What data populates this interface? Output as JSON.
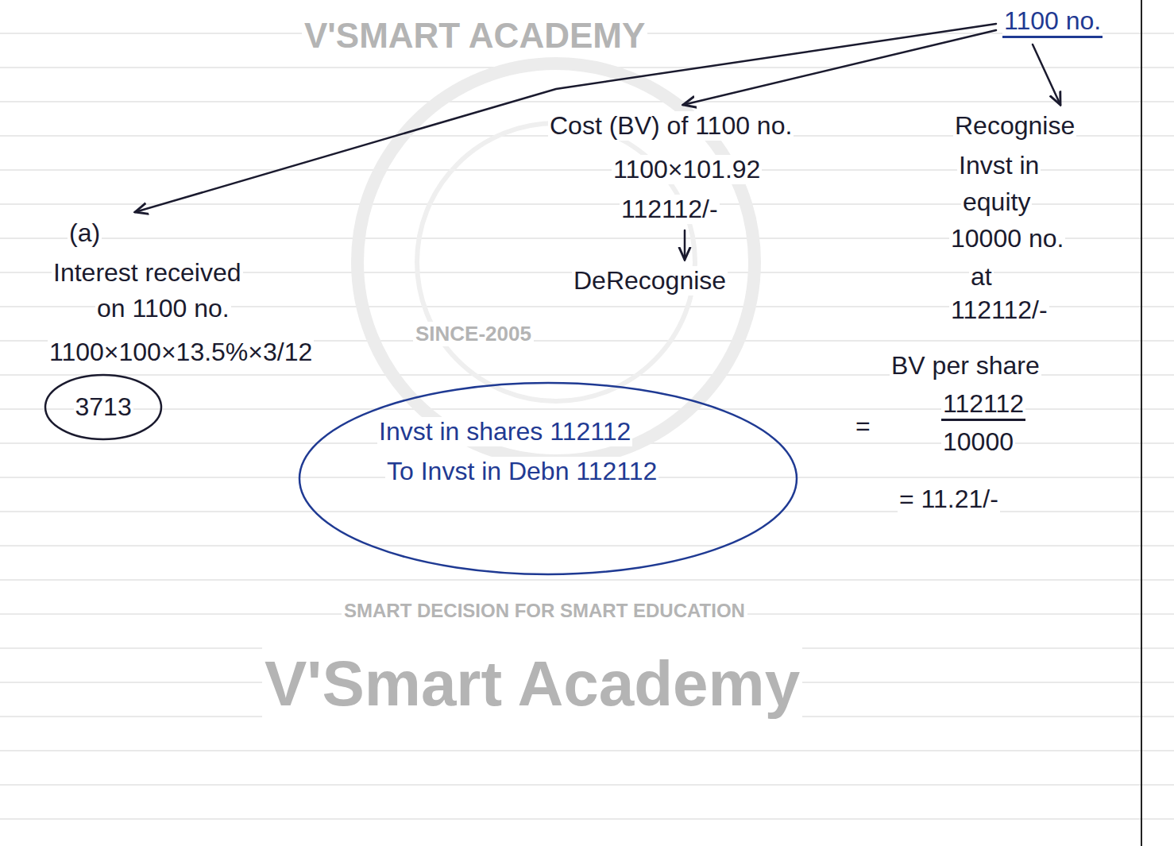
{
  "diagram": {
    "nodes": [
      {
        "text": [
          "1100 no."
        ]
      },
      {
        "text": [
          "(a)",
          "Interest received",
          "on 1100 no.",
          "1100×100×13.5%×3/12"
        ]
      },
      {
        "text": [
          "Cost (BV) of 1100 no.",
          "1100×101.92",
          "112112/-"
        ]
      },
      {
        "text": [
          "Recognise",
          "Invst in",
          "equity",
          "10000 no.",
          "at",
          "112112/-",
          "BV per share",
          "=",
          "112112",
          "10000",
          "= 11.21/-"
        ]
      },
      {
        "text": [
          "DeRecognise"
        ]
      },
      {
        "text": [
          "3713"
        ]
      },
      {
        "text": [
          "Invst in shares 112112",
          "To Invst in Debn 112112"
        ]
      }
    ],
    "edges": [
      {
        "from": 0,
        "to": 1,
        "arrow": "to"
      },
      {
        "from": 0,
        "to": 2,
        "arrow": "to"
      },
      {
        "from": 0,
        "to": 3,
        "arrow": "to"
      },
      {
        "from": 2,
        "to": 4,
        "arrow": "to"
      }
    ],
    "labels": [
      "V'SMART ACADEMY",
      "SMART DECISION FOR SMART EDUCATION",
      "SINCE-2005",
      "V'Smart Academy"
    ]
  }
}
